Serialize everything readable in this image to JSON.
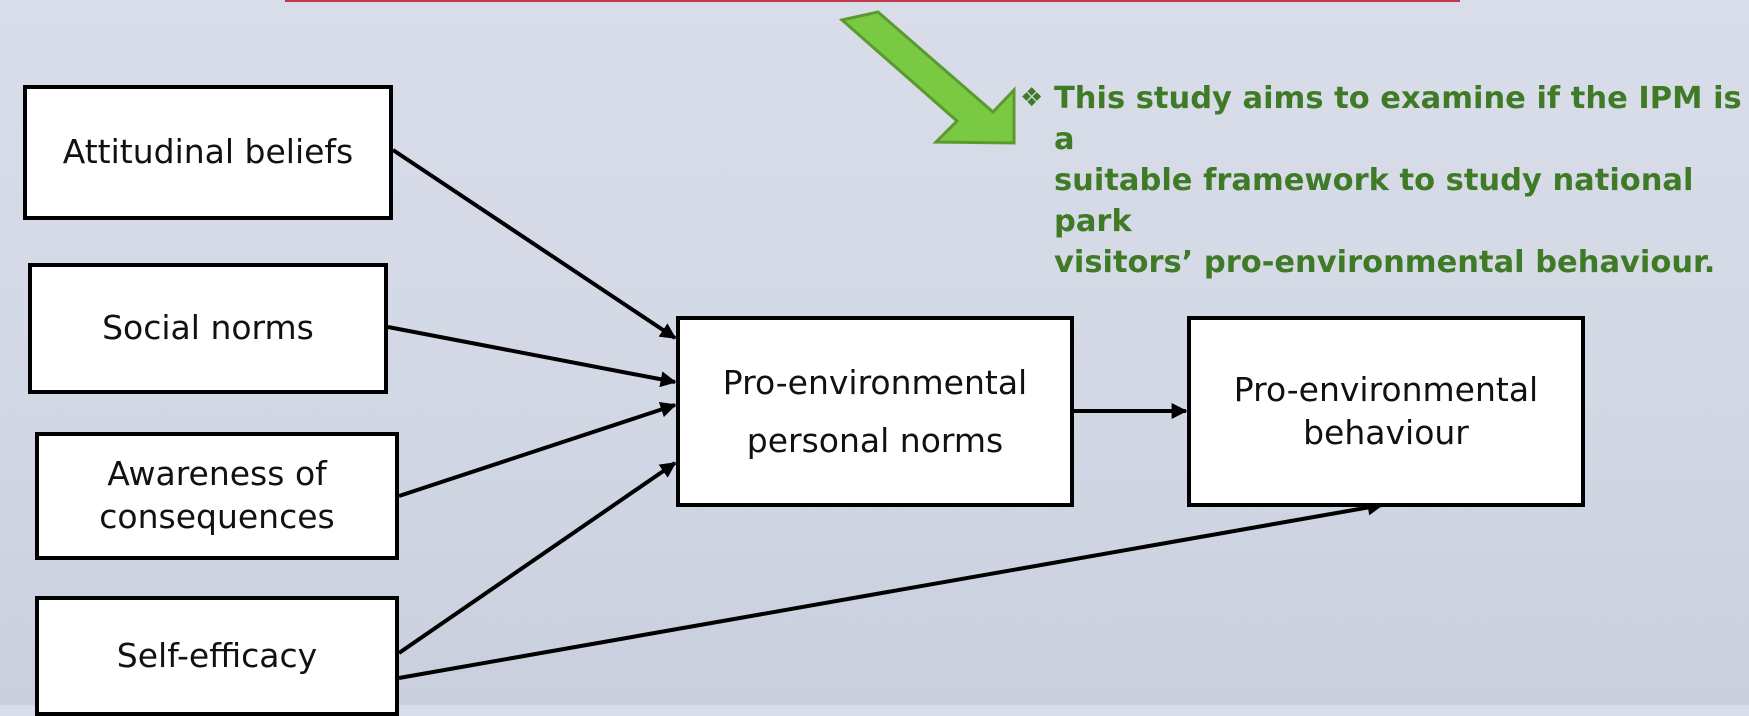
{
  "diagram": {
    "nodes": [
      {
        "id": "attitudinal",
        "label": "Attitudinal beliefs"
      },
      {
        "id": "social",
        "label": "Social norms"
      },
      {
        "id": "awareness",
        "label": "Awareness of\nconsequences"
      },
      {
        "id": "selfeff",
        "label": "Self-efficacy"
      },
      {
        "id": "pn",
        "label": "Pro-environmental\npersonal norms"
      },
      {
        "id": "peb",
        "label": "Pro-environmental\nbehaviour"
      }
    ],
    "edges": [
      {
        "from": "attitudinal",
        "to": "pn"
      },
      {
        "from": "social",
        "to": "pn"
      },
      {
        "from": "awareness",
        "to": "pn"
      },
      {
        "from": "selfeff",
        "to": "pn"
      },
      {
        "from": "pn",
        "to": "peb"
      },
      {
        "from": "selfeff",
        "to": "peb"
      }
    ]
  },
  "callout": {
    "bullet": "❖",
    "text": "This study aims to examine if the IPM is a\nsuitable framework to study national park\nvisitors’ pro-environmental behaviour."
  },
  "colors": {
    "background": "#d5dae6",
    "callout_text": "#3f7b26",
    "arrow_fill": "#7ac943",
    "arrow_stroke": "#5a9a2e",
    "top_rule": "#c0394b"
  }
}
